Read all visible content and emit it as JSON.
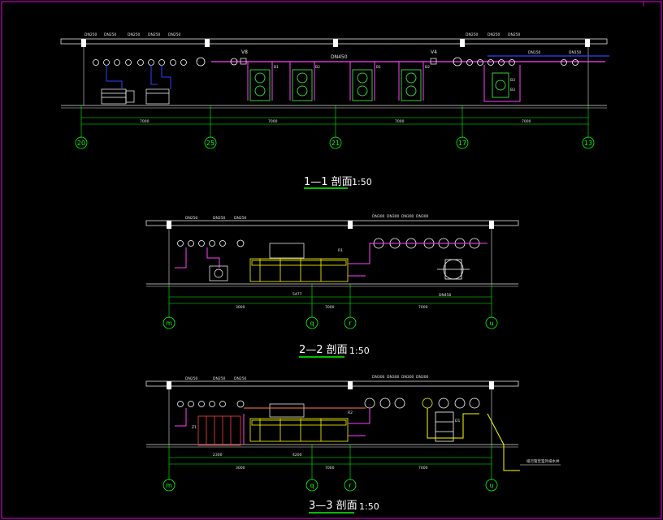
{
  "colors": {
    "background": "#000000",
    "frame": "#c000c0",
    "wall": "#e0e0e0",
    "dimension": "#00ff00",
    "equipment_green": "#40ff40",
    "pipe_magenta": "#ff40ff",
    "pipe_blue": "#3040ff",
    "equipment_yellow": "#ffff00",
    "equipment_red": "#ff4040",
    "text": "#ffffff"
  },
  "section_1": {
    "title": "1—1 剖面",
    "scale": "1:50",
    "main_pipe_label": "DN450",
    "valve_labels": [
      "V8",
      "V4"
    ],
    "pump_labels": [
      "B1",
      "B2",
      "B1",
      "B2",
      "B3",
      "B3"
    ],
    "axes": [
      "20",
      "25",
      "21",
      "17",
      "13"
    ],
    "dimension_labels": [
      "7000",
      "7000",
      "7000",
      "7000"
    ],
    "pipe_labels": [
      "DN250",
      "DN250",
      "DN250",
      "DN250",
      "DN250",
      "DN250",
      "DN250",
      "DN250",
      "DN150",
      "DN150"
    ]
  },
  "section_2": {
    "title": "2—2 剖面",
    "scale": "1:50",
    "equipment_label": "R1",
    "pipe_label_bottom": "DN450",
    "axes": [
      "m",
      "q",
      "r",
      "u"
    ],
    "dimension_labels": [
      "3000",
      "7000",
      "7000",
      "5477"
    ],
    "pipe_labels": [
      "DN300",
      "DN300",
      "DN300",
      "DN300",
      "DN250",
      "DN250",
      "DN250"
    ]
  },
  "section_3": {
    "title": "3—3 剖面",
    "scale": "1:50",
    "equipment_labels": [
      "Z1",
      "R2",
      "D1"
    ],
    "note_label": "排污管至室外排水井",
    "axes": [
      "m",
      "q",
      "r",
      "u"
    ],
    "dimension_labels": [
      "3000",
      "7000",
      "7000",
      "2300",
      "4200"
    ],
    "pipe_labels": [
      "DN300",
      "DN300",
      "DN300",
      "DN300",
      "DN250",
      "DN250",
      "DN250"
    ]
  }
}
